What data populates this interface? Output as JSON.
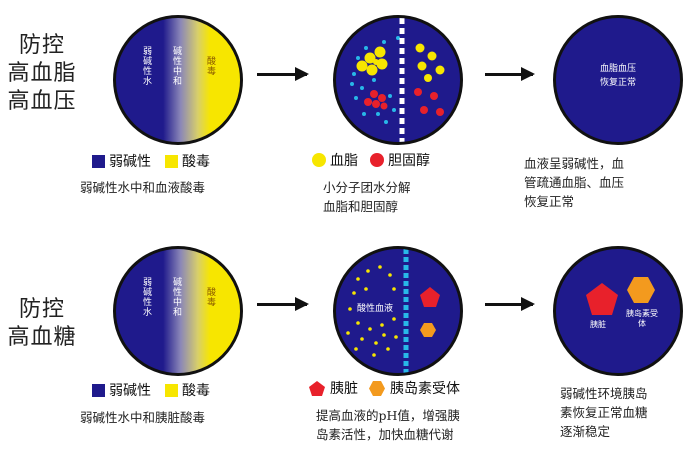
{
  "colors": {
    "navy": "#1f1a8c",
    "yellow": "#f7e600",
    "red": "#e8212b",
    "orange": "#f39a1e",
    "cyan": "#28b8e8"
  },
  "row1": {
    "label_line1": "防控",
    "label_line2": "高血脂",
    "label_line3": "高血压",
    "circle1": {
      "left_text": "弱碱性水",
      "mid_text": "碱性中和",
      "right_text": "酸毒"
    },
    "circle3": {
      "line1": "血脂血压",
      "line2": "恢复正常"
    },
    "legend_a": {
      "weak_alkaline": "弱碱性",
      "acid": "酸毒"
    },
    "legend_b": {
      "lipid": "血脂",
      "cholesterol": "胆固醇"
    },
    "caption1": "弱碱性水中和血液酸毒",
    "caption2_line1": "小分子团水分解",
    "caption2_line2": "血脂和胆固醇",
    "caption3_line1": "血液呈弱碱性，血",
    "caption3_line2": "管疏通血脂、血压",
    "caption3_line3": "恢复正常"
  },
  "row2": {
    "label_line1": "防控",
    "label_line2": "高血糖",
    "circle1": {
      "left_text": "弱碱性水",
      "mid_text": "碱性中和",
      "right_text": "酸毒"
    },
    "circle2": {
      "label": "酸性血液"
    },
    "circle3": {
      "pentagon_label": "胰脏",
      "hexagon_label": "胰岛素受体"
    },
    "legend_a": {
      "weak_alkaline": "弱碱性",
      "acid": "酸毒"
    },
    "legend_b": {
      "pancreas": "胰脏",
      "receptor": "胰岛素受体"
    },
    "caption1": "弱碱性水中和胰脏酸毒",
    "caption2_line1": "提高血液的pH值，增强胰",
    "caption2_line2": "岛素活性，加快血糖代谢",
    "caption3_line1": "弱碱性环境胰岛",
    "caption3_line2": "素恢复正常血糖",
    "caption3_line3": "逐渐稳定"
  }
}
